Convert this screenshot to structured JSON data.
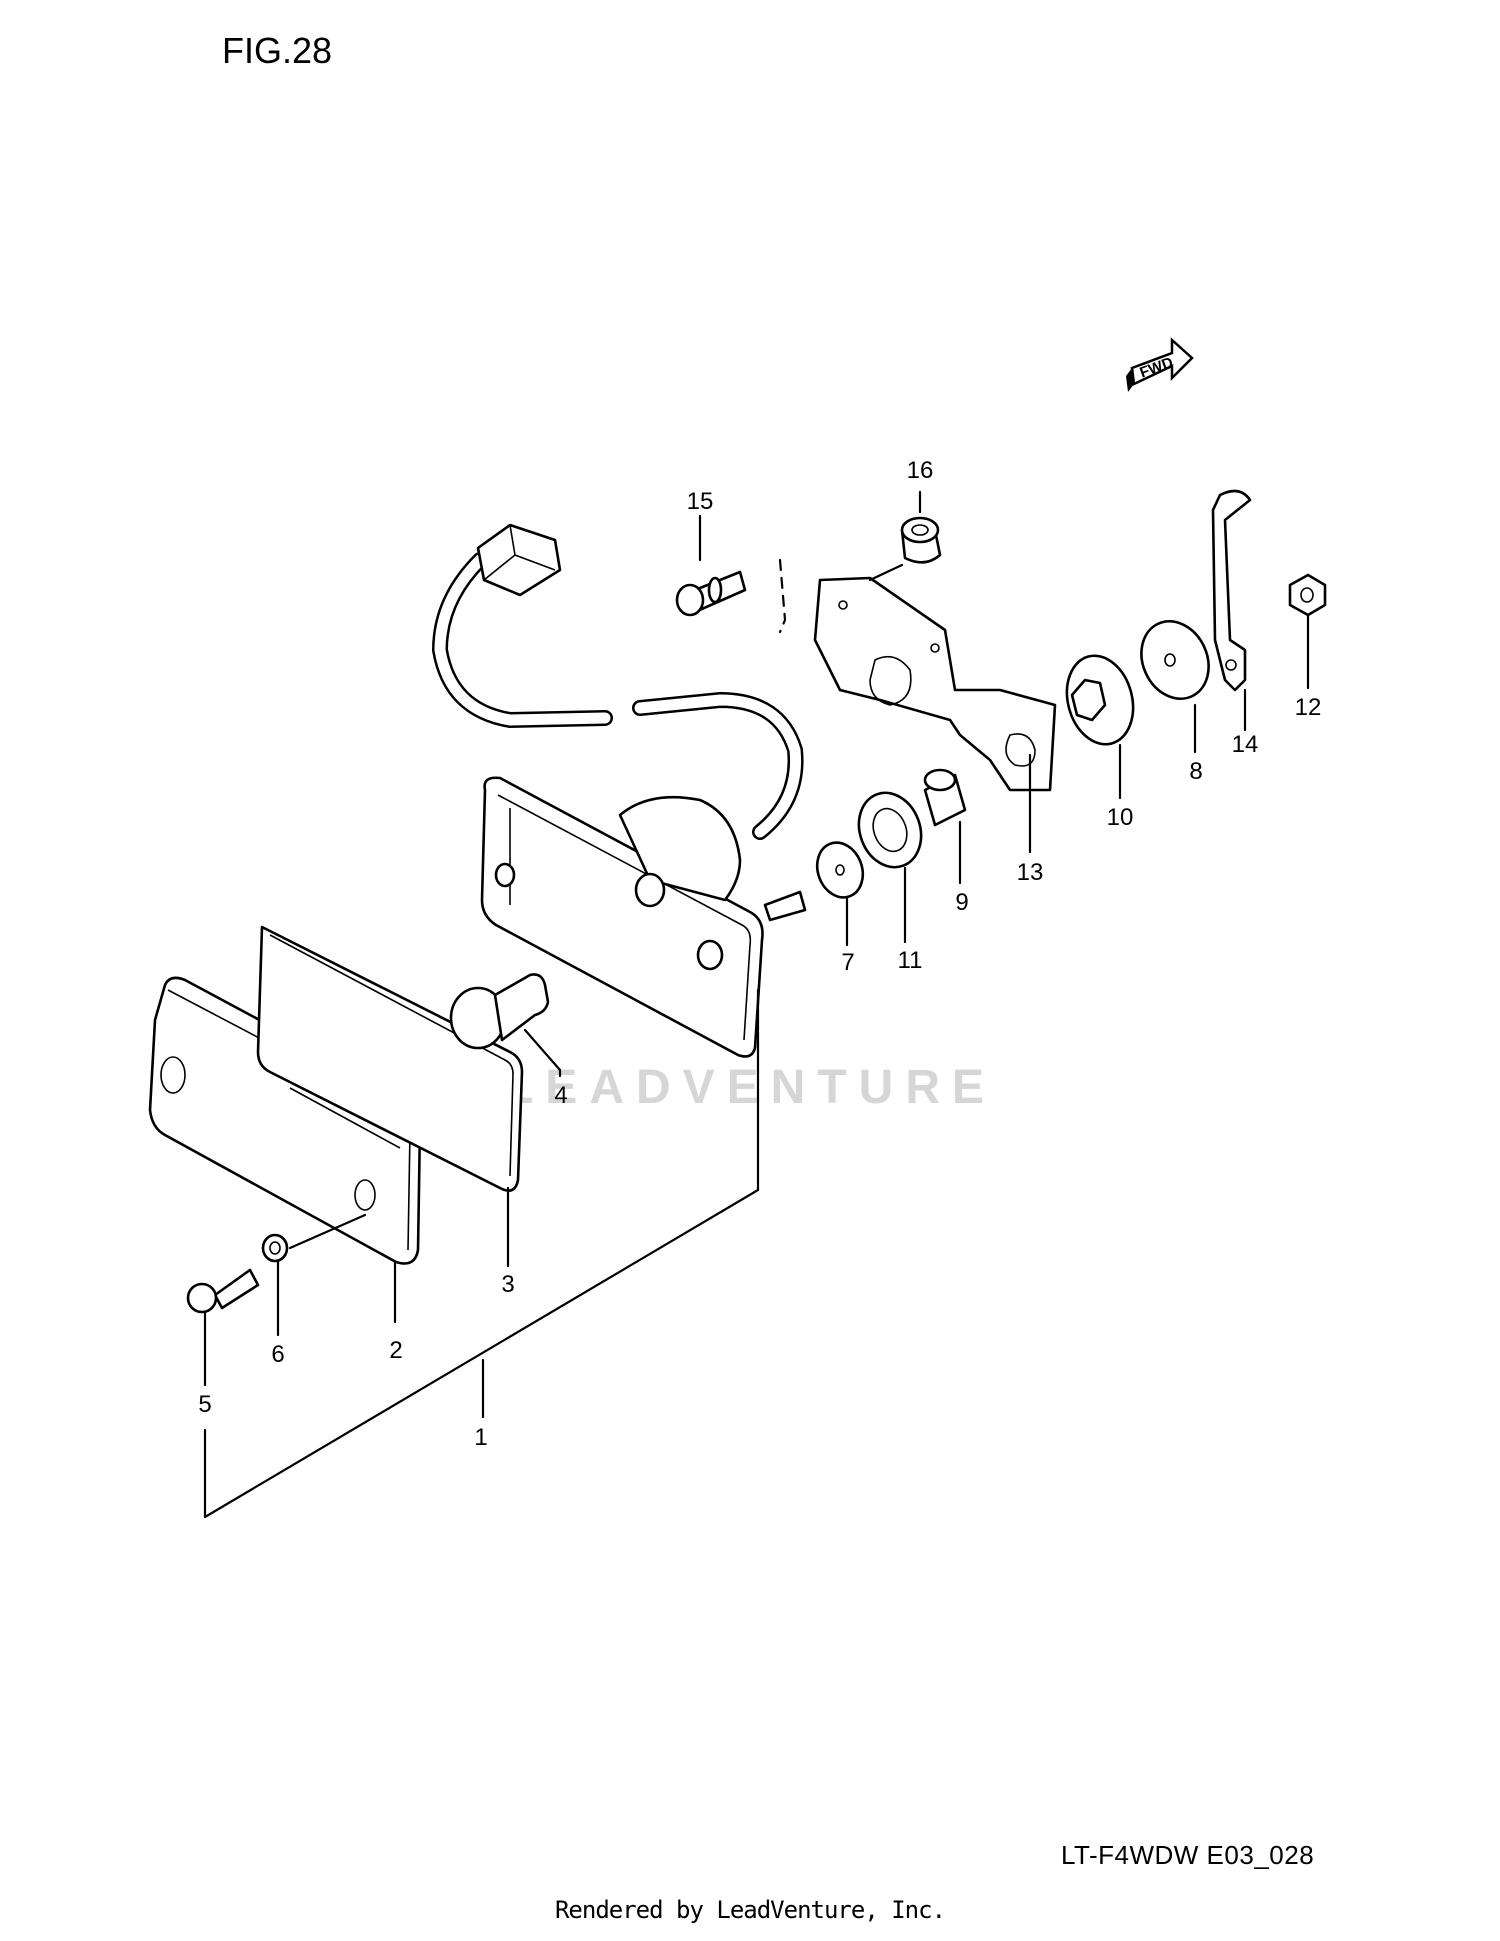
{
  "figure": {
    "title": "FIG.28",
    "diagram_code": "LT-F4WDW E03_028",
    "rendered_by": "Rendered by LeadVenture, Inc.",
    "watermark": "LEADVENTURE",
    "direction_badge": "FWD"
  },
  "callouts": [
    {
      "id": "c1",
      "label": "1"
    },
    {
      "id": "c2",
      "label": "2"
    },
    {
      "id": "c3",
      "label": "3"
    },
    {
      "id": "c4",
      "label": "4"
    },
    {
      "id": "c5",
      "label": "5"
    },
    {
      "id": "c6",
      "label": "6"
    },
    {
      "id": "c7",
      "label": "7"
    },
    {
      "id": "c8",
      "label": "8"
    },
    {
      "id": "c9",
      "label": "9"
    },
    {
      "id": "c10",
      "label": "10"
    },
    {
      "id": "c11",
      "label": "11"
    },
    {
      "id": "c12",
      "label": "12"
    },
    {
      "id": "c13",
      "label": "13"
    },
    {
      "id": "c14",
      "label": "14"
    },
    {
      "id": "c15",
      "label": "15"
    },
    {
      "id": "c16",
      "label": "16"
    }
  ]
}
